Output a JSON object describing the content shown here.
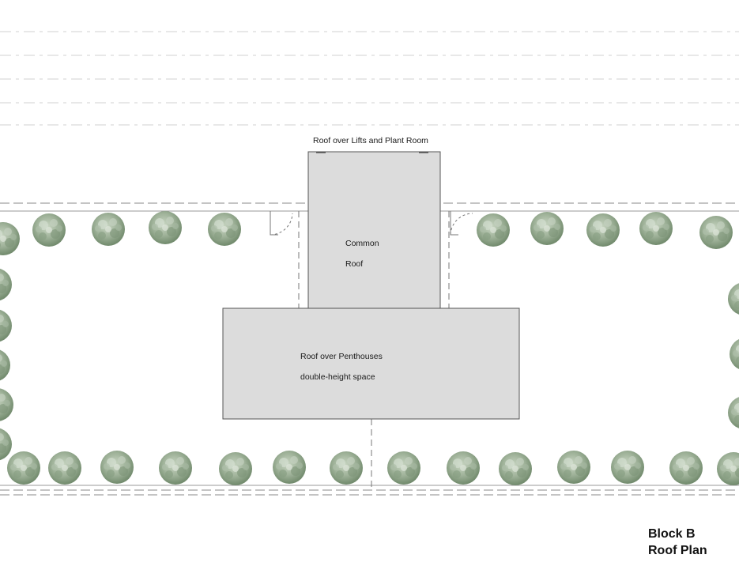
{
  "labels": {
    "lifts_plant": "Roof over Lifts and Plant Room",
    "common_roof_line1": "Common",
    "common_roof_line2": "Roof",
    "penthouses_line1": "Roof over Penthouses",
    "penthouses_line2": "double-height space"
  },
  "title": {
    "line1": "Block B",
    "line2": "Roof Plan"
  },
  "colors": {
    "roof_fill": "#dcdcdc",
    "roof_stroke": "#555555",
    "tree_light": "#b9c8b3",
    "tree_mid": "#8fa38a",
    "tree_dark": "#6d8268",
    "faint_pattern": "#d6d6d6",
    "dash": "#7a7a7a"
  },
  "icons": [
    "tree-icon",
    "door-swing-icon"
  ]
}
